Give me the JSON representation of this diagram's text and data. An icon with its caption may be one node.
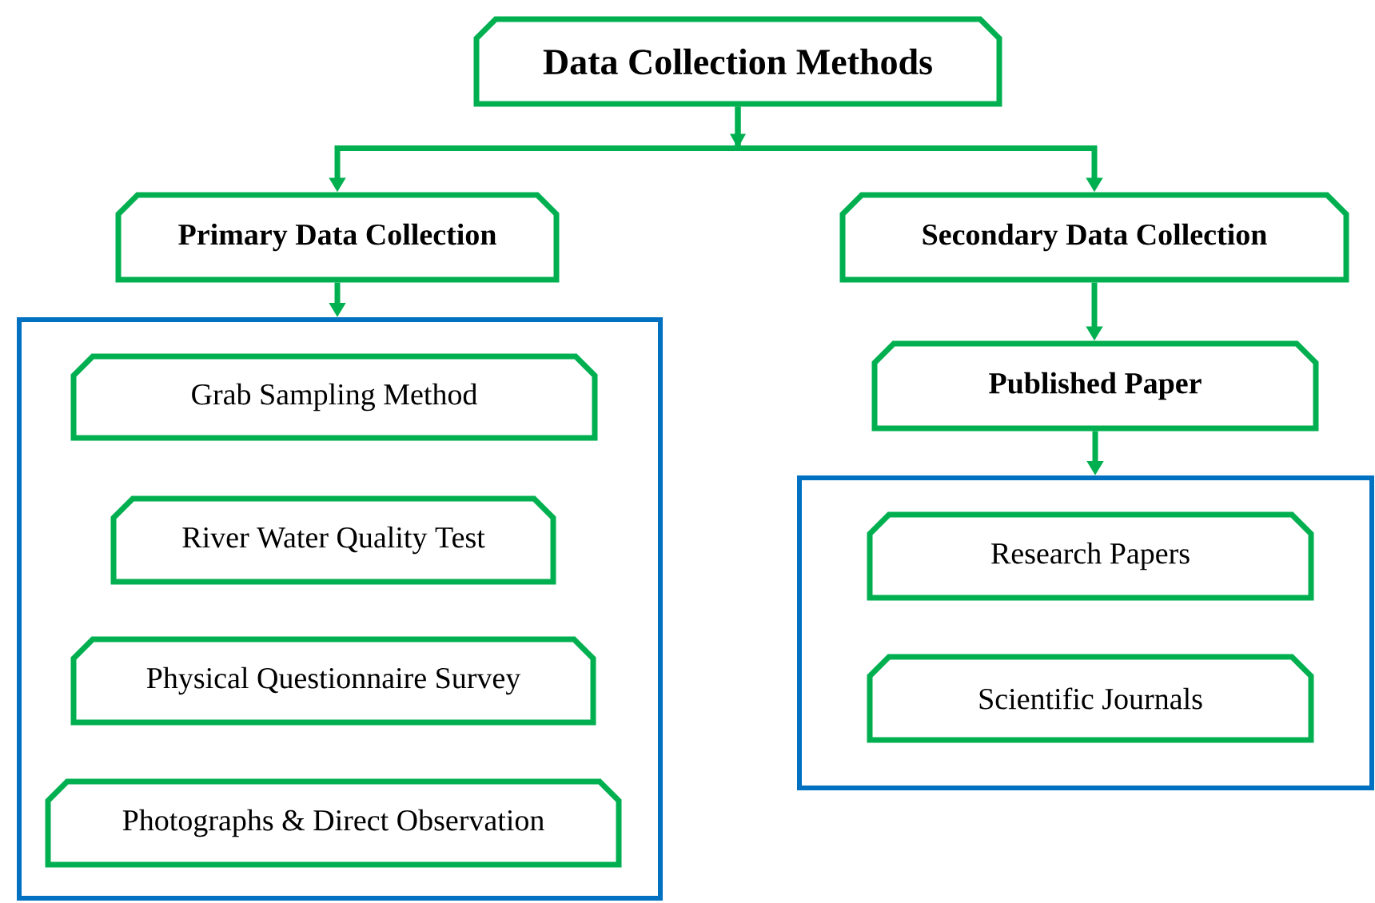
{
  "diagram": {
    "nodes": [
      {
        "text": [
          "Data Collection Methods"
        ]
      },
      {
        "text": [
          "Primary Data Collection"
        ]
      },
      {
        "text": [
          "Secondary Data Collection"
        ]
      },
      {
        "text": [],
        "shape": "box"
      },
      {
        "text": [
          "Grab Sampling Method"
        ],
        "in": 3
      },
      {
        "text": [
          "River Water Quality Test"
        ],
        "in": 3
      },
      {
        "text": [
          "Physical Questionnaire Survey"
        ],
        "in": 3
      },
      {
        "text": [
          "Photographs & Direct Observation"
        ],
        "in": 3
      },
      {
        "text": [
          "Published Paper"
        ]
      },
      {
        "text": [],
        "shape": "box"
      },
      {
        "text": [
          "Research Papers"
        ],
        "in": 9
      },
      {
        "text": [
          "Scientific Journals"
        ],
        "in": 9
      }
    ],
    "edges": [
      {
        "from": 0,
        "to": 1,
        "arrow": "to"
      },
      {
        "from": 0,
        "to": 2,
        "arrow": "to"
      },
      {
        "from": 1,
        "to": 3,
        "arrow": "to"
      },
      {
        "from": 2,
        "to": 8,
        "arrow": "to"
      },
      {
        "from": 8,
        "to": 9,
        "arrow": "to"
      }
    ]
  }
}
